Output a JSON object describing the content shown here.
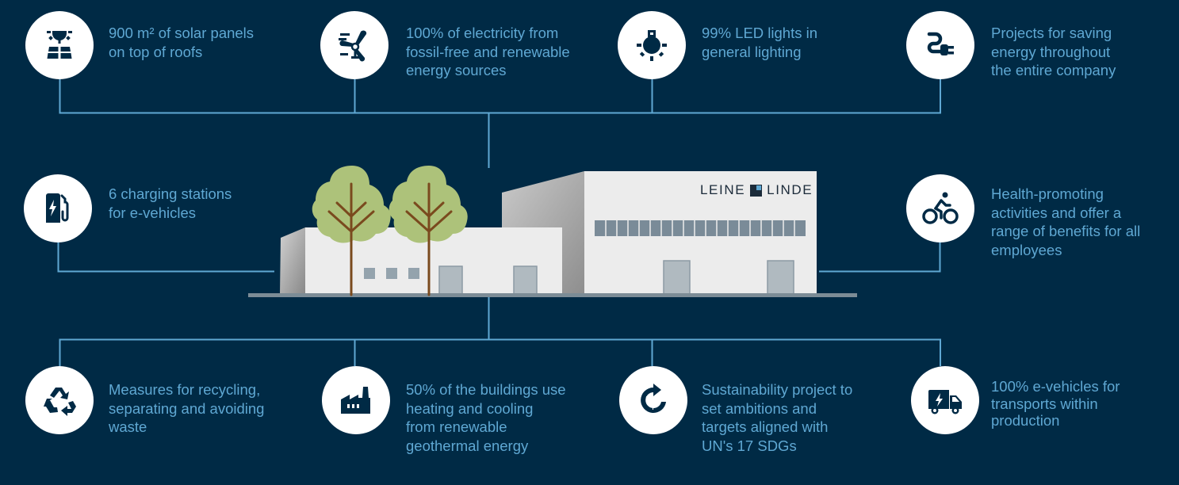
{
  "colors": {
    "background": "#002a45",
    "line": "#5fa8d3",
    "text": "#5fa8d3",
    "icon_circle": "#ffffff",
    "icon_glyph": "#002a45",
    "tree_foliage": "#adc27a",
    "tree_trunk": "#7a4a1e",
    "building_wall": "#ececec",
    "window": "#7a8b98",
    "door": "#b0bac0"
  },
  "building": {
    "brand_left": "LEINE",
    "brand_right": "LINDE"
  },
  "items": {
    "solar": {
      "icon": "solar-panel-icon",
      "lines": [
        "900 m² of solar panels",
        "on top of roofs"
      ]
    },
    "electricity": {
      "icon": "wind-turbine-icon",
      "lines": [
        "100% of electricity from",
        "fossil-free and renewable",
        "energy sources"
      ]
    },
    "led": {
      "icon": "light-bulb-icon",
      "lines": [
        "99% LED lights in",
        "general lighting"
      ]
    },
    "energy_saving": {
      "icon": "plug-icon",
      "lines": [
        "Projects for saving",
        "energy throughout",
        "the entire company"
      ]
    },
    "charging": {
      "icon": "charging-station-icon",
      "lines": [
        "6 charging stations",
        "for e-vehicles"
      ]
    },
    "health": {
      "icon": "bicycle-icon",
      "lines": [
        "Health-promoting",
        "activities and offer a",
        "range of benefits for all",
        "employees"
      ]
    },
    "recycling": {
      "icon": "recycle-icon",
      "lines": [
        "Measures for recycling,",
        "separating and avoiding",
        "waste"
      ]
    },
    "geothermal": {
      "icon": "factory-icon",
      "lines": [
        "50% of the buildings use",
        "heating and cooling",
        "from renewable",
        "geothermal energy"
      ]
    },
    "sdg": {
      "icon": "sustainability-cycle-icon",
      "lines": [
        "Sustainability project to",
        "set ambitions and",
        "targets aligned with",
        "UN's 17 SDGs"
      ]
    },
    "transport": {
      "icon": "electric-truck-icon",
      "lines": [
        "100% e-vehicles for",
        "transports within",
        "production"
      ]
    }
  }
}
